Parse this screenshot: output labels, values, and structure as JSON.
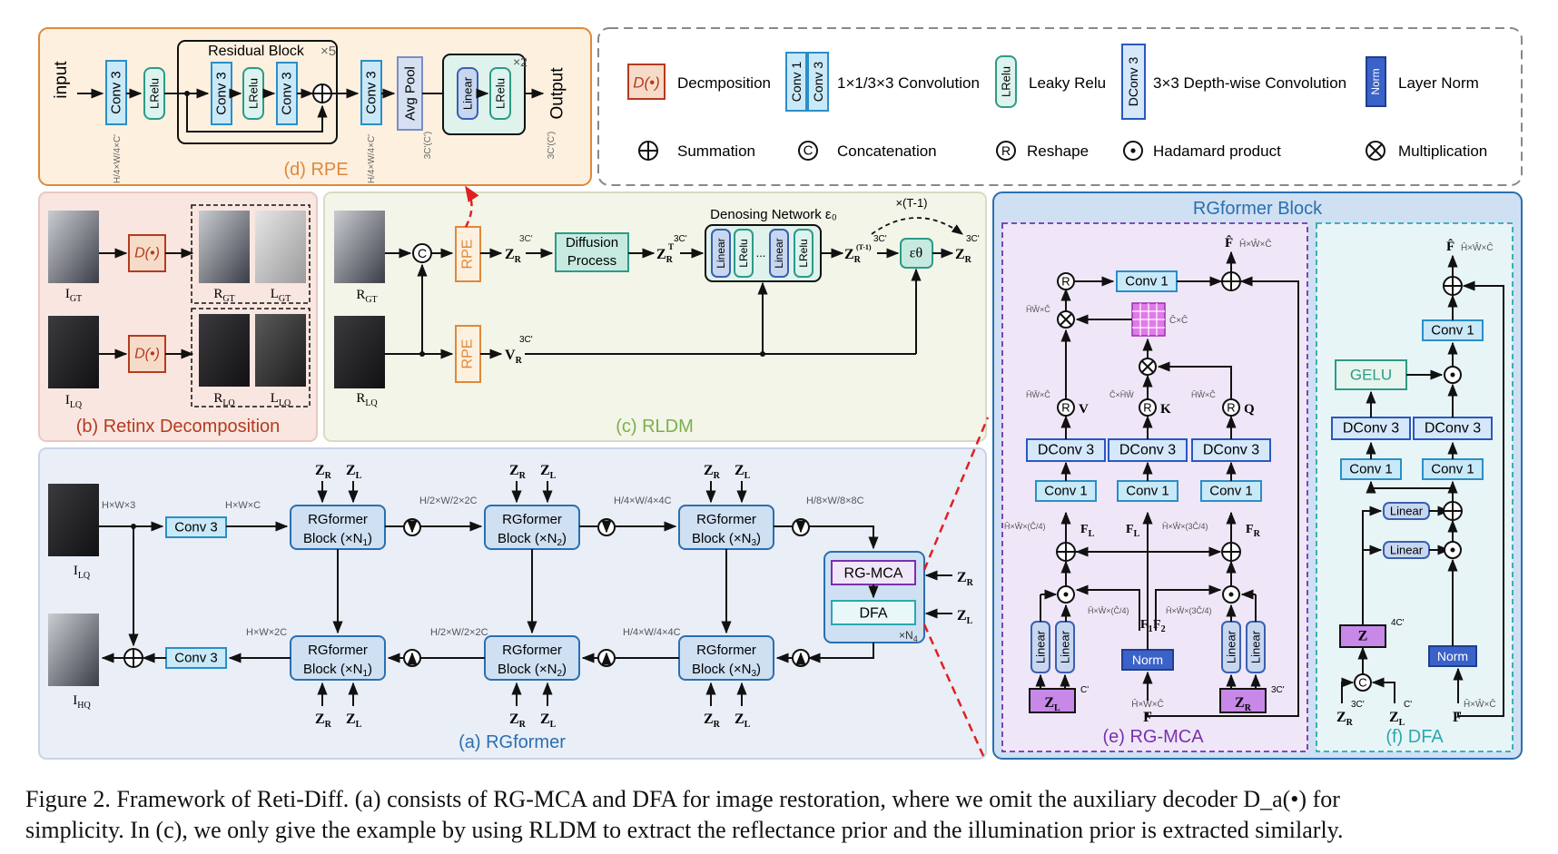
{
  "panels": {
    "a": "(a) RGformer",
    "b": "(b) Retinx Decomposition",
    "c": "(c) RLDM",
    "d": "(d) RPE",
    "e": "(e) RG-MCA",
    "f": "(f) DFA",
    "rgformer_block": "RGformer Block"
  },
  "legend": {
    "decomposition": "Decmposition",
    "conv": "1×1/3×3 Convolution",
    "lrelu": "Leaky Relu",
    "dconv": "3×3 Depth-wise Convolution",
    "norm": "Layer Norm",
    "sum": "Summation",
    "concat": "Concatenation",
    "reshape": "Reshape",
    "hadamard": "Hadamard product",
    "mult": "Multiplication"
  },
  "rpe": {
    "input": "input",
    "output": "Output",
    "residual_block": "Residual Block",
    "times5": "×5",
    "times2": "×2",
    "conv3": "Conv 3",
    "lrelu": "LRelu",
    "avgpool": "Avg Pool",
    "linear": "Linear",
    "dim1": "H/4×W/4×C'",
    "dim2": "H/4×W/4×C'",
    "dim3": "3C'(C')",
    "dim4": "3C'(C')"
  },
  "retinex": {
    "d": "D(•)",
    "igt": "I_GT",
    "ilq": "I_LQ",
    "rgt": "R_GT",
    "lgt": "L_GT",
    "rlq": "R_LQ",
    "llq": "L_LQ"
  },
  "rldm": {
    "rgt": "R_GT",
    "rlq": "R_LQ",
    "rpe": "RPE",
    "zr": "Z_R",
    "vr": "V_R",
    "dim": "3C'",
    "diffusion": "Diffusion Process",
    "denoising": "Denosing Network ε₀",
    "times": "×(T-1)",
    "eps": "εθ",
    "zt": "Z_R^T",
    "zt1": "Z_R^(T-1)",
    "linear": "Linear",
    "lrelu": "LRelu",
    "dots": "..."
  },
  "rgformer": {
    "block1": "RGformer Block (×N1)",
    "block2": "RGformer Block (×N2)",
    "block3": "RGformer Block (×N3)",
    "conv3": "Conv 3",
    "ilq": "I_LQ",
    "ihq": "I_HQ",
    "zr": "Z_R",
    "zl": "Z_L",
    "d_hw3": "H×W×3",
    "d_hwc": "H×W×C",
    "d_2c": "H/2×W/2×2C",
    "d_4c": "H/4×W/4×4C",
    "d_8c": "H/8×W/8×8C",
    "d_hw2c": "H×W×2C",
    "rgmca": "RG-MCA",
    "dfa": "DFA",
    "n4": "×N4"
  },
  "mca": {
    "conv1": "Conv 1",
    "dconv3": "DConv 3",
    "linear": "Linear",
    "norm": "Norm",
    "zl": "Z_L",
    "zr": "Z_R",
    "f": "F",
    "fhat": "F̂",
    "v": "V",
    "k": "K",
    "q": "Q",
    "fl": "F_L",
    "fr": "F_R",
    "f1": "F1",
    "f2": "F2",
    "c1": "C'",
    "c3": "3C'",
    "dim_f": "Ĥ×Ŵ×Ĉ",
    "dim_out": "Ĥ×Ŵ×Ĉ",
    "dim_cc": "Ĉ×Ĉ",
    "dim_a": "ĤŴ×Ĉ",
    "dim_b": "Ĉ×ĤŴ",
    "dim_c": "ĤŴ×Ĉ",
    "dim_d": "ĤŴ×Ĉ",
    "dim_fl": "Ĥ×Ŵ×(Ĉ/4)",
    "dim_fr": "Ĥ×Ŵ×(3Ĉ/4)",
    "dim_f1": "Ĥ×Ŵ×(Ĉ/4)",
    "dim_f2": "Ĥ×Ŵ×(3Ĉ/4)"
  },
  "dfa": {
    "conv1": "Conv 1",
    "dconv3": "DConv 3",
    "gelu": "GELU",
    "linear": "Linear",
    "norm": "Norm",
    "z": "Z",
    "zr": "Z_R",
    "zl": "Z_L",
    "c3": "3C'",
    "c1": "C'",
    "c4": "4C'",
    "fhat": "F̂",
    "f": "F",
    "dim_in": "Ĥ×Ŵ×Ĉ",
    "dim_out": "Ĥ×Ŵ×Ĉ"
  },
  "caption": {
    "line1": "Figure 2. Framework of Reti-Diff. (a) consists of RG-MCA and DFA for image restoration, where we omit the auxiliary decoder D_a(•) for",
    "line2": "simplicity. In (c), we only give the example by using RLDM to extract the reflectance prior and the illumination prior is extracted similarly."
  },
  "colors": {
    "rpe_bg": "#FDF0DF",
    "rpe_border": "#E0883A",
    "legend_border": "#888888",
    "retinex_bg": "#F9E6E0",
    "rldm_bg": "#F2F5E8",
    "rgformer_bg": "#E9EEF7",
    "block_bg": "#D9E8F7",
    "block_outer": "#CFE0F2",
    "mca_bg": "#EFE7F7",
    "dfa_bg": "#E8F5F7",
    "conv_fill": "#C9E9F8",
    "conv_stroke": "#2A8EC7",
    "lrelu_fill": "#DDF3EE",
    "lrelu_stroke": "#2E9A88",
    "decomp_fill": "#F6DCC8",
    "decomp_stroke": "#B43A20",
    "diffusion_fill": "#C7EAE0",
    "dconv_fill": "#D5E8FA",
    "dconv_stroke": "#2A57C0",
    "norm_fill": "#3B62C8",
    "z_fill": "#C888E8",
    "red_dash": "#E02020"
  }
}
